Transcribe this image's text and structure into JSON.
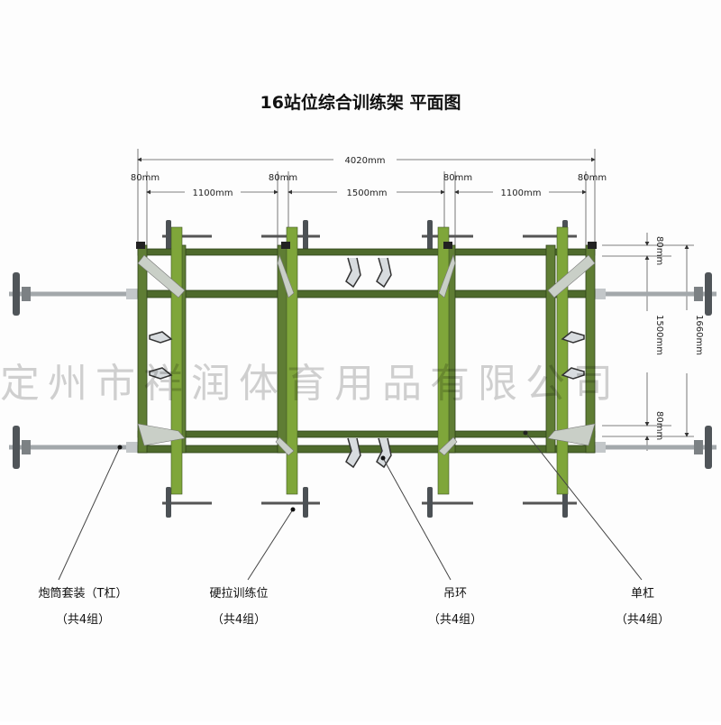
{
  "title": "16站位综合训练架 平面图",
  "dimensions": {
    "total_width": "4020mm",
    "post_left": "80mm",
    "post_mid_left": "80mm",
    "post_mid_right": "80mm",
    "post_right": "80mm",
    "span_left": "1100mm",
    "span_center": "1500mm",
    "span_right": "1100mm",
    "depth_top": "80mm",
    "depth_middle": "1500mm",
    "depth_bottom": "80mm",
    "depth_total": "1660mm"
  },
  "callouts": [
    {
      "name": "炮筒套装（T杠）",
      "count": "（共4组）"
    },
    {
      "name": "硬拉训练位",
      "count": "（共4组）"
    },
    {
      "name": "吊环",
      "count": "（共4组）"
    },
    {
      "name": "单杠",
      "count": "（共4组）"
    }
  ],
  "watermark": "定州市祥润体育用品有限公司",
  "colors": {
    "frame": "#4e6a2c",
    "frame_edge": "#2f4419",
    "upright": "#7fa63a",
    "bar": "#9ea3a6",
    "plate": "#555a5e"
  }
}
